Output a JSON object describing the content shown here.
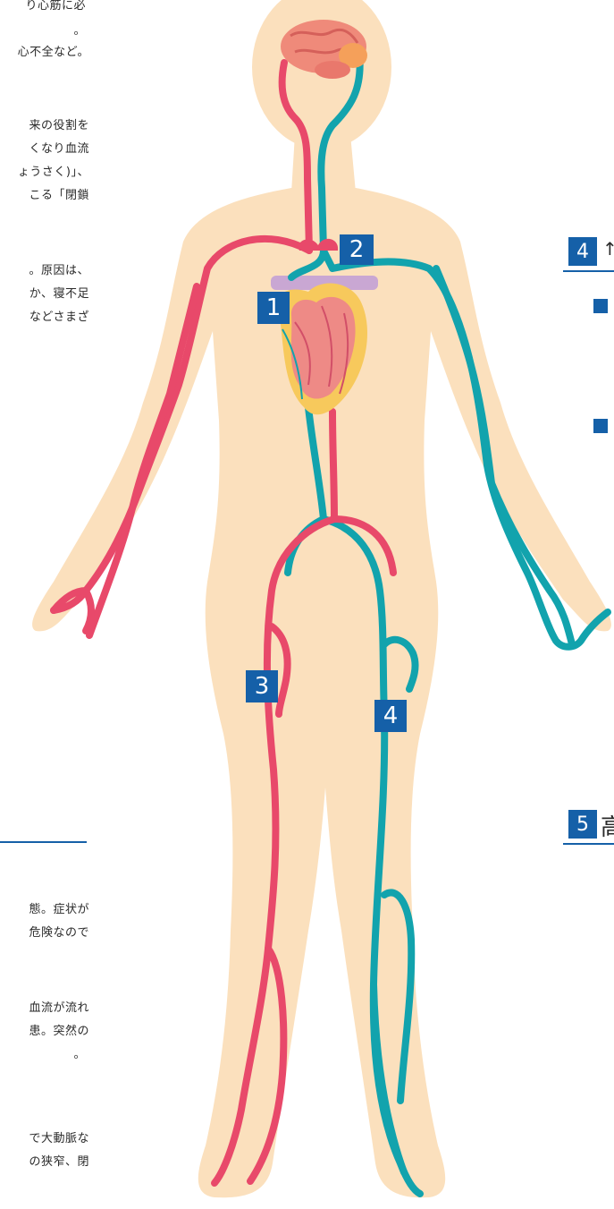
{
  "left_text": [
    "り心筋に必",
    "。",
    "心不全など。",
    "来の役割を",
    "くなり血流",
    "ょうさく)」、",
    "こる「閉鎖",
    "。原因は、",
    "か、寝不足",
    "などさまざ",
    "態。症状が",
    "危険なので",
    "血流が流れ",
    "患。突然の",
    "。",
    "で大動脈な",
    "の狭窄、閉"
  ],
  "markers": [
    "1",
    "2",
    "3",
    "4"
  ],
  "right_sections": [
    {
      "number": "4",
      "text": "↑"
    },
    {
      "number": "5",
      "text": "高"
    }
  ],
  "colors": {
    "skin": "#fbe0bd",
    "artery": "#e8496a",
    "vein": "#12a3ad",
    "accent": "#1560a8",
    "brain": "#ef8a7a",
    "heart": "#ee8a86",
    "lung_band": "#c9a7d3"
  },
  "icons": [
    "brain-icon",
    "heart-icon",
    "bullet-square-icon"
  ]
}
